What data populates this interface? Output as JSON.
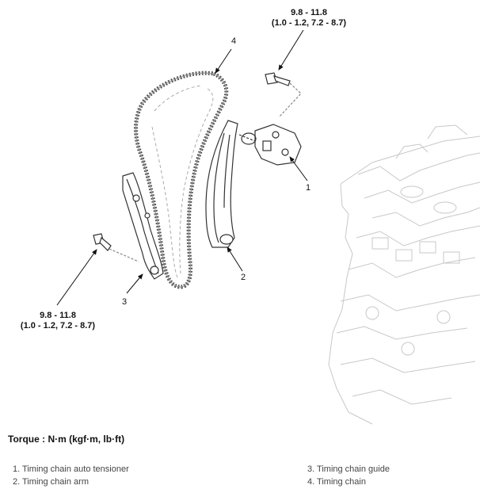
{
  "callouts": {
    "top_torque": {
      "line1": "9.8 - 11.8",
      "line2": "(1.0 - 1.2, 7.2 - 8.7)"
    },
    "left_torque": {
      "line1": "9.8 - 11.8",
      "line2": "(1.0 - 1.2, 7.2 - 8.7)"
    },
    "numbers": {
      "n1": "1",
      "n2": "2",
      "n3": "3",
      "n4": "4"
    }
  },
  "torque_title": "Torque : N·m (kgf·m, lb·ft)",
  "legend": {
    "item1": "1. Timing chain auto tensioner",
    "item2": "2. Timing chain arm",
    "item3": "3. Timing chain guide",
    "item4": "4. Timing chain"
  }
}
